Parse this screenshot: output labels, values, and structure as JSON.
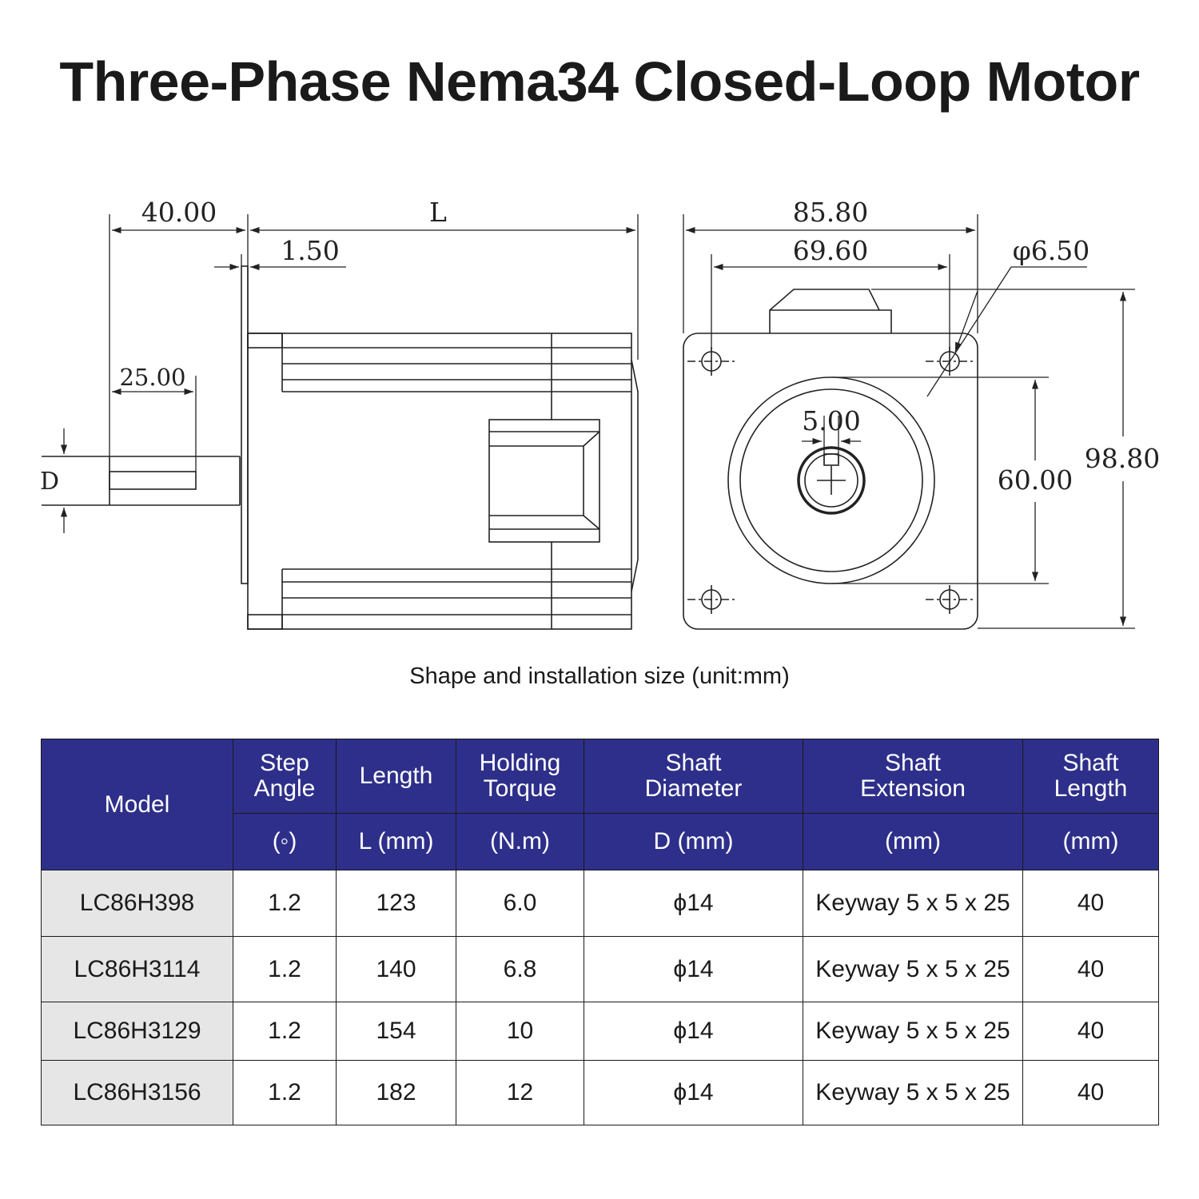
{
  "title": "Three-Phase Nema34 Closed-Loop Motor",
  "drawing": {
    "side_view": {
      "dim_shaft_length": "40.00",
      "dim_body_length": "L",
      "dim_flange_thickness": "1.50",
      "dim_key_length": "25.00",
      "dim_shaft_diameter": "D"
    },
    "front_view": {
      "dim_flange_width": "85.80",
      "dim_hole_spacing": "69.60",
      "dim_hole_diameter": "φ6.50",
      "dim_pilot_diameter": "60.00",
      "dim_total_height": "98.80",
      "dim_key_width": "5.00"
    }
  },
  "caption": "Shape and installation size (unit:mm)",
  "table": {
    "header_top": {
      "model": "Model",
      "step_angle": [
        "Step",
        "Angle"
      ],
      "length": "Length",
      "holding_torque": [
        "Holding",
        "Torque"
      ],
      "shaft_diameter": [
        "Shaft",
        "Diameter"
      ],
      "shaft_extension": [
        "Shaft",
        "Extension"
      ],
      "shaft_length": [
        "Shaft",
        "Length"
      ]
    },
    "header_units": {
      "step_angle": "(◦)",
      "length": "L (mm)",
      "holding_torque": "(N.m)",
      "shaft_diameter": "D (mm)",
      "shaft_extension": "(mm)",
      "shaft_length": "(mm)"
    },
    "rows": [
      {
        "model": "LC86H398",
        "step_angle": "1.2",
        "length": "123",
        "torque": "6.0",
        "shaft_diameter": "ϕ14",
        "shaft_extension": "Keyway 5 x 5 x 25",
        "shaft_length": "40"
      },
      {
        "model": "LC86H3114",
        "step_angle": "1.2",
        "length": "140",
        "torque": "6.8",
        "shaft_diameter": "ϕ14",
        "shaft_extension": "Keyway 5 x 5 x 25",
        "shaft_length": "40"
      },
      {
        "model": "LC86H3129",
        "step_angle": "1.2",
        "length": "154",
        "torque": "10",
        "shaft_diameter": "ϕ14",
        "shaft_extension": "Keyway 5 x 5 x 25",
        "shaft_length": "40"
      },
      {
        "model": "LC86H3156",
        "step_angle": "1.2",
        "length": "182",
        "torque": "12",
        "shaft_diameter": "ϕ14",
        "shaft_extension": "Keyway 5 x 5 x 25",
        "shaft_length": "40"
      }
    ]
  },
  "colors": {
    "header_bg": "#2e2f8a",
    "header_text": "#ffffff",
    "model_cell_bg": "#e6e6e6",
    "line": "#1a1a1a"
  }
}
